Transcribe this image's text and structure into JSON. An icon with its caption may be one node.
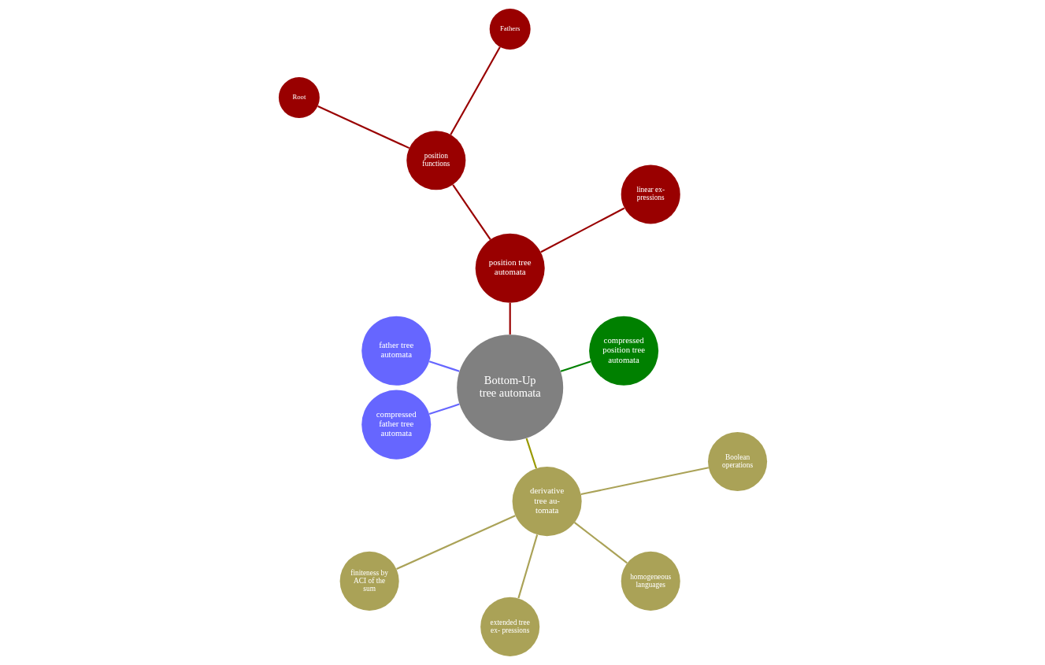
{
  "diagram": {
    "nodes": [
      {
        "text": [
          "Bottom-Up tree automata"
        ]
      },
      {
        "text": [
          "compressed position tree automata"
        ]
      },
      {
        "text": [
          "position tree automata"
        ]
      },
      {
        "text": [
          "linear ex- pressions"
        ]
      },
      {
        "text": [
          "position functions"
        ]
      },
      {
        "text": [
          "Fathers"
        ]
      },
      {
        "text": [
          "Root"
        ]
      },
      {
        "text": [
          "father tree automata"
        ]
      },
      {
        "text": [
          "compressed father tree automata"
        ]
      },
      {
        "text": [
          "derivative tree au- tomata"
        ]
      },
      {
        "text": [
          "finiteness by ACI of the sum"
        ]
      },
      {
        "text": [
          "extended tree ex- pressions"
        ]
      },
      {
        "text": [
          "homogeneous languages"
        ]
      },
      {
        "text": [
          "Boolean operations"
        ]
      }
    ],
    "edges": [
      {
        "from": 0,
        "to": 1,
        "arrow": "none",
        "color": "#008000"
      },
      {
        "from": 0,
        "to": 2,
        "arrow": "none",
        "color": "#990000"
      },
      {
        "from": 2,
        "to": 3,
        "arrow": "none",
        "color": "#990000"
      },
      {
        "from": 2,
        "to": 4,
        "arrow": "none",
        "color": "#990000"
      },
      {
        "from": 4,
        "to": 5,
        "arrow": "none",
        "color": "#990000"
      },
      {
        "from": 4,
        "to": 6,
        "arrow": "none",
        "color": "#990000"
      },
      {
        "from": 0,
        "to": 7,
        "arrow": "none",
        "color": "#6666ff"
      },
      {
        "from": 0,
        "to": 8,
        "arrow": "none",
        "color": "#6666ff"
      },
      {
        "from": 0,
        "to": 9,
        "arrow": "none",
        "color": "#999900"
      },
      {
        "from": 9,
        "to": 10,
        "arrow": "none",
        "color": "#aaa257"
      },
      {
        "from": 9,
        "to": 11,
        "arrow": "none",
        "color": "#aaa257"
      },
      {
        "from": 9,
        "to": 12,
        "arrow": "none",
        "color": "#aaa257"
      },
      {
        "from": 9,
        "to": 13,
        "arrow": "none",
        "color": "#aaa257"
      }
    ]
  }
}
